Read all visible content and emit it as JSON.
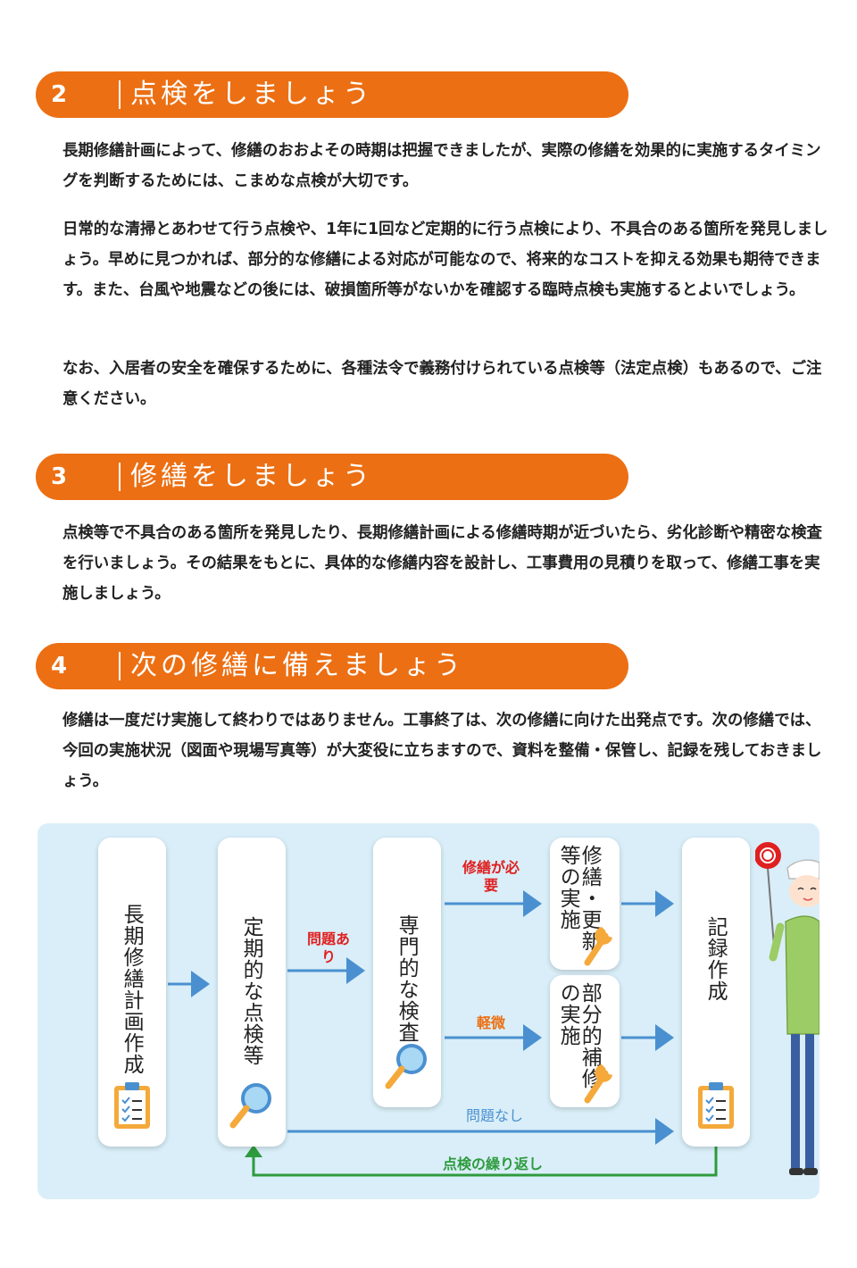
{
  "sections": [
    {
      "number": "2",
      "title": "点検をしましょう",
      "paragraphs": [
        "長期修繕計画によって、修繕のおおよその時期は把握できましたが、実際の修繕を効果的に実施するタイミングを判断するためには、こまめな点検が大切です。",
        "日常的な清掃とあわせて行う点検や、1年に1回など定期的に行う点検により、不具合のある箇所を発見しましょう。早めに見つかれば、部分的な修繕による対応が可能なので、将来的なコストを抑える効果も期待できます。また、台風や地震などの後には、破損箇所等がないかを確認する臨時点検も実施するとよいでしょう。",
        "なお、入居者の安全を確保するために、各種法令で義務付けられている点検等（法定点検）もあるので、ご注意ください。"
      ]
    },
    {
      "number": "3",
      "title": "修繕をしましょう",
      "paragraphs": [
        "点検等で不具合のある箇所を発見したり、長期修繕計画による修繕時期が近づいたら、劣化診断や精密な検査を行いましょう。その結果をもとに、具体的な修繕内容を設計し、工事費用の見積りを取って、修繕工事を実施しましょう。"
      ]
    },
    {
      "number": "4",
      "title": "次の修繕に備えましょう",
      "paragraphs": [
        "修繕は一度だけ実施して終わりではありません。工事終了は、次の修繕に向けた出発点です。次の修繕では、今回の実施状況（図面や現場写真等）が大変役に立ちますので、資料を整備・保管し、記録を残しておきましょう。"
      ]
    }
  ],
  "flow": {
    "plan": "長期修繕計画作成",
    "inspection": "定期的な点検等",
    "detailed": "専門的な検査",
    "repair": "修繕・更新等の実施",
    "partial": "部分的補修の実施",
    "record": "記録作成",
    "label_problem": "問題あり",
    "label_need_repair": "修繕が必要",
    "label_minor": "軽微",
    "label_no_problem": "問題なし",
    "label_repeat": "点検の繰り返し",
    "colors": {
      "orange": "#ec6f13",
      "arrow_blue": "#4a90d0",
      "green": "#2e9b3e",
      "red": "#e02020",
      "background": "#d9eef8"
    }
  }
}
